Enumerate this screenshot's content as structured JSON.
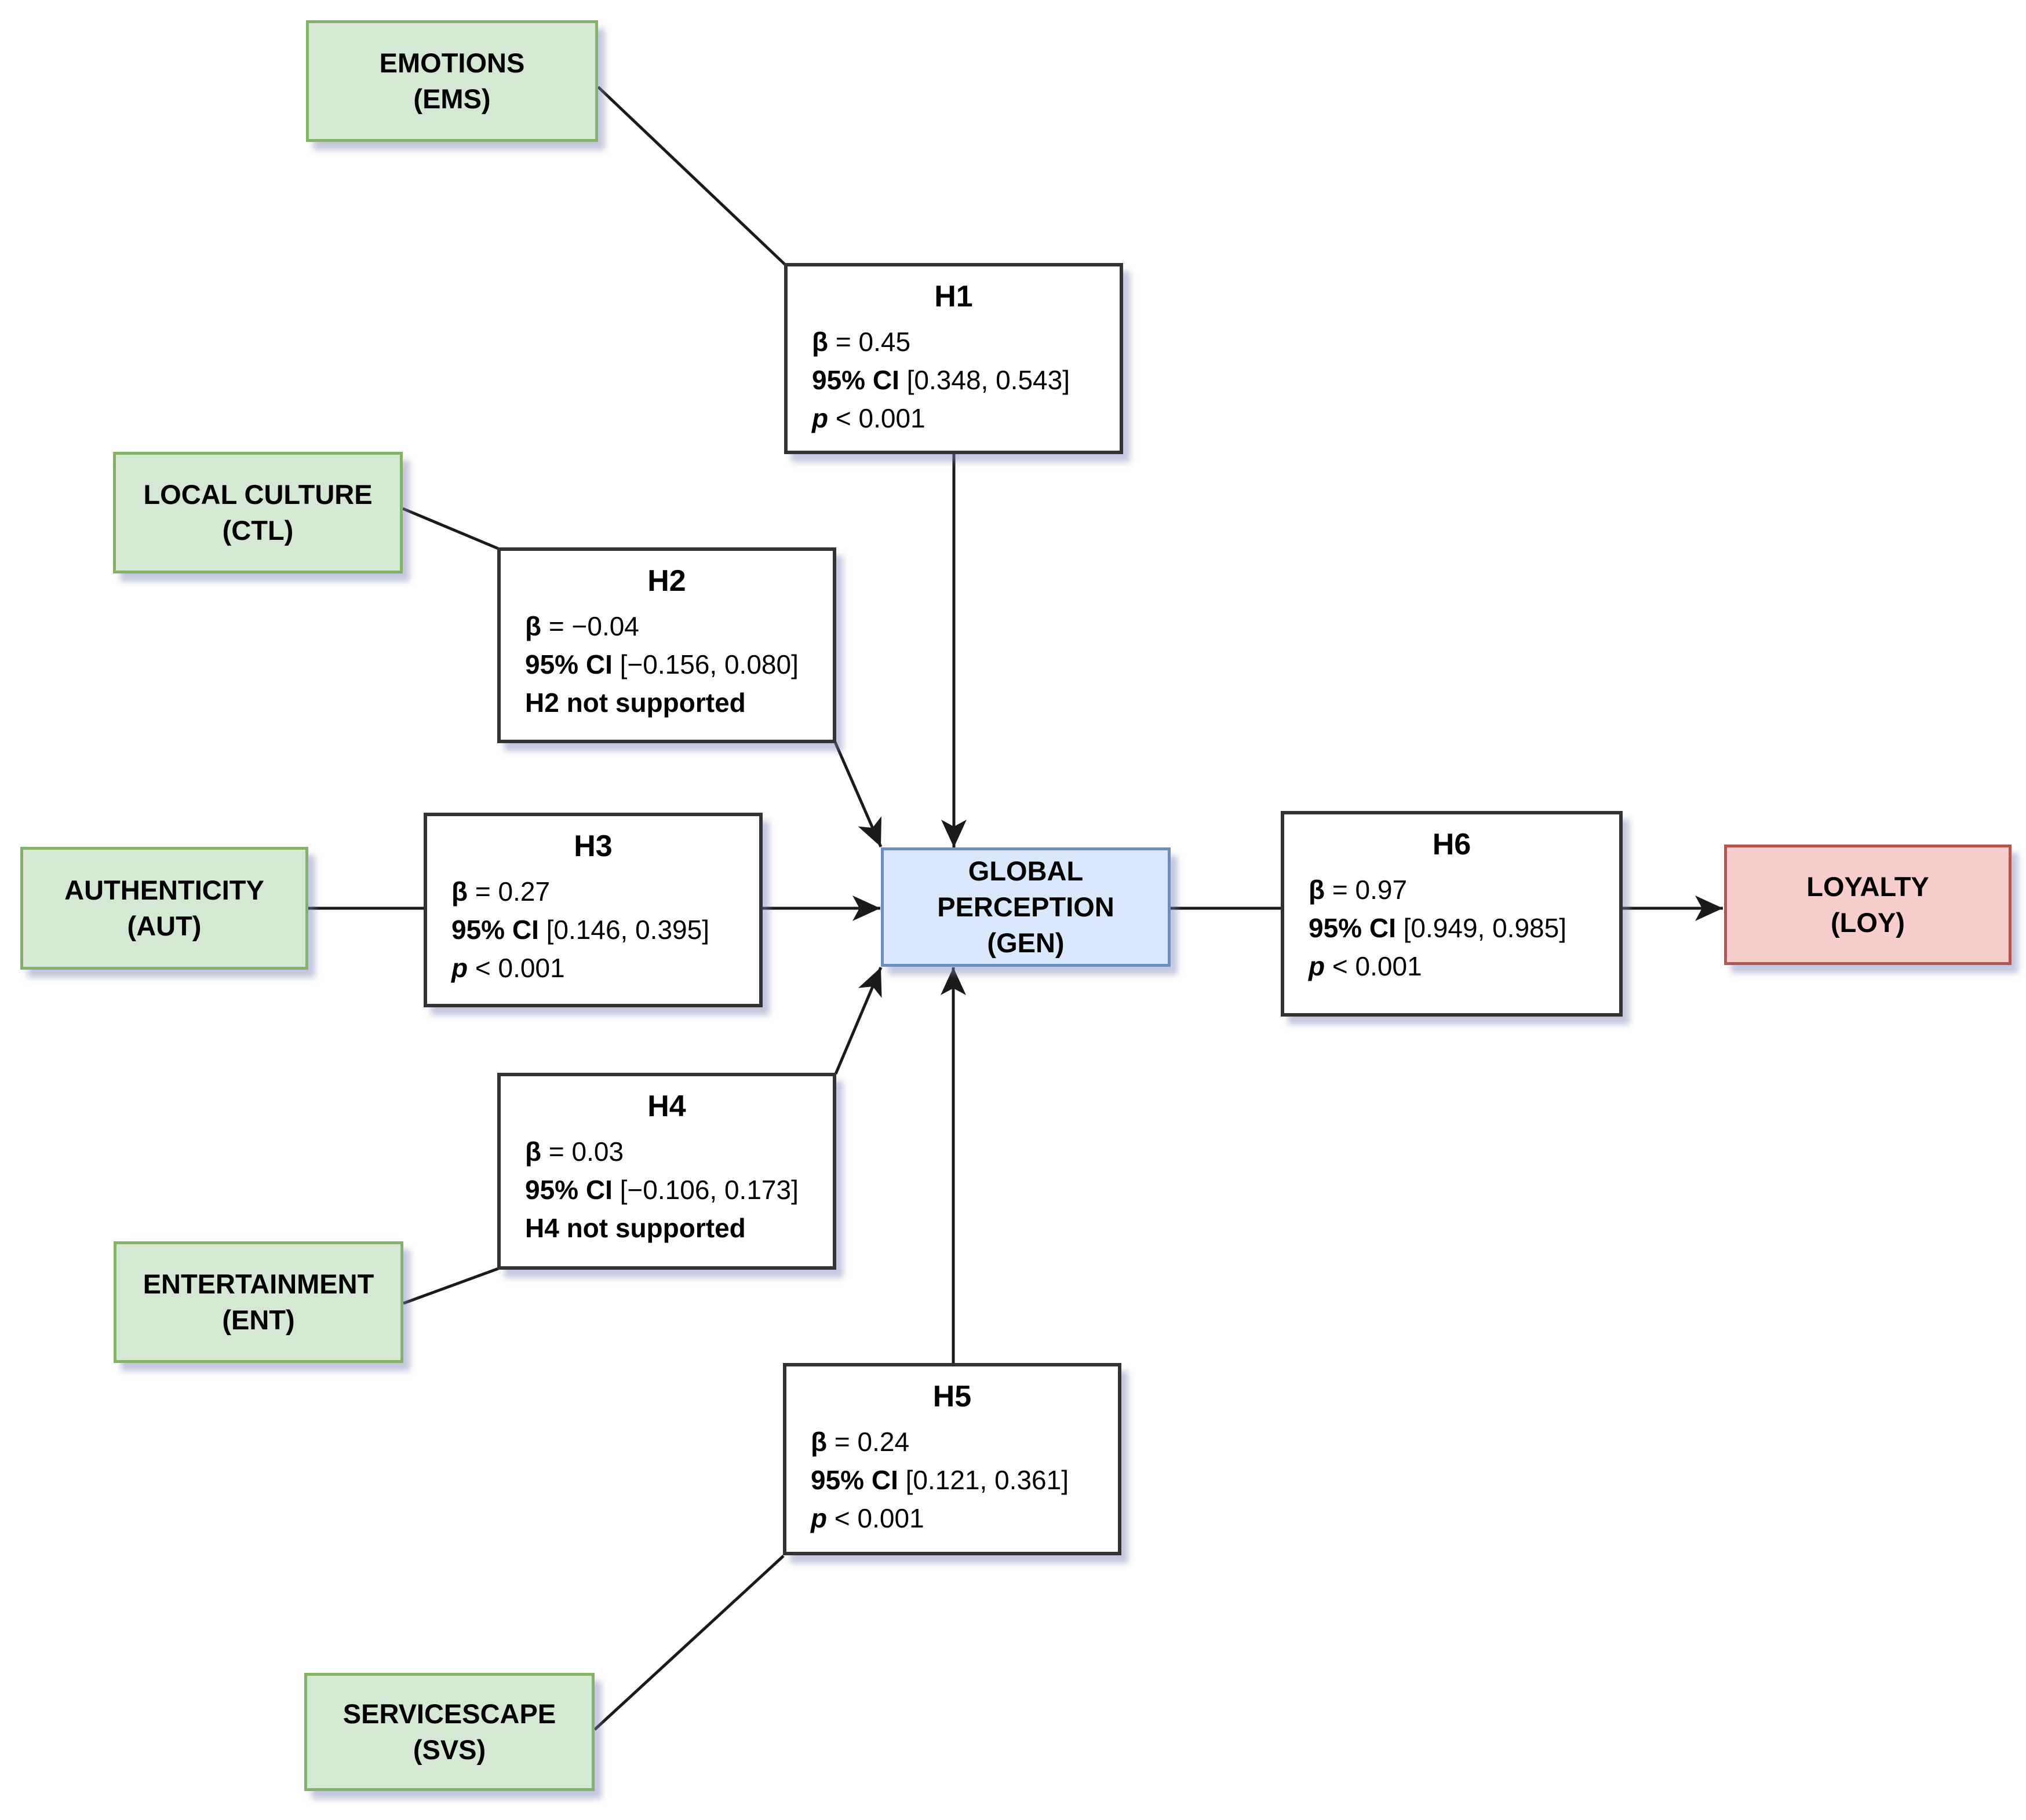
{
  "colors": {
    "construct_fill": "#d5e8d4",
    "construct_border": "#82b366",
    "mediator_fill": "#dae8fc",
    "mediator_border": "#6c8ebf",
    "outcome_fill": "#f8cecc",
    "outcome_border": "#b85450",
    "hypothesis_fill": "#ffffff",
    "hypothesis_border": "#333333",
    "connector": "#1a1a1a",
    "background": "#ffffff"
  },
  "nodes": {
    "ems": {
      "label": "EMOTIONS",
      "code": "(EMS)"
    },
    "ctl": {
      "label": "LOCAL CULTURE",
      "code": "(CTL)"
    },
    "aut": {
      "label": "AUTHENTICITY",
      "code": "(AUT)"
    },
    "ent": {
      "label": "ENTERTAINMENT",
      "code": "(ENT)"
    },
    "svs": {
      "label": "SERVICESCAPE",
      "code": "(SVS)"
    },
    "gen": {
      "label": "GLOBAL PERCEPTION",
      "code": "(GEN)"
    },
    "loy": {
      "label": "LOYALTY",
      "code": "(LOY)"
    }
  },
  "hypotheses": {
    "h1": {
      "title": "H1",
      "beta_label": "β",
      "beta_rest": " = 0.45",
      "ci_label": "95% CI",
      "ci_rest": " [0.348, 0.543]",
      "p_label": "p",
      "p_rest": " < 0.001"
    },
    "h2": {
      "title": "H2",
      "beta_label": "β",
      "beta_rest": " = −0.04",
      "ci_label": "95% CI",
      "ci_rest": " [−0.156, 0.080]",
      "note": "H2 not supported"
    },
    "h3": {
      "title": "H3",
      "beta_label": "β",
      "beta_rest": " = 0.27",
      "ci_label": "95% CI",
      "ci_rest": " [0.146, 0.395]",
      "p_label": "p",
      "p_rest": " < 0.001"
    },
    "h4": {
      "title": "H4",
      "beta_label": "β",
      "beta_rest": " = 0.03",
      "ci_label": "95% CI",
      "ci_rest": " [−0.106, 0.173]",
      "note": "H4 not supported"
    },
    "h5": {
      "title": "H5",
      "beta_label": "β",
      "beta_rest": " = 0.24",
      "ci_label": "95% CI",
      "ci_rest": " [0.121, 0.361]",
      "p_label": "p",
      "p_rest": " < 0.001"
    },
    "h6": {
      "title": "H6",
      "beta_label": "β",
      "beta_rest": " = 0.97",
      "ci_label": "95% CI",
      "ci_rest": " [0.949, 0.985]",
      "p_label": "p",
      "p_rest": " < 0.001"
    }
  },
  "edges": [
    {
      "from": "EMOTIONS (EMS)",
      "through": "H1",
      "to": "GLOBAL PERCEPTION (GEN)"
    },
    {
      "from": "LOCAL CULTURE (CTL)",
      "through": "H2",
      "to": "GLOBAL PERCEPTION (GEN)"
    },
    {
      "from": "AUTHENTICITY (AUT)",
      "through": "H3",
      "to": "GLOBAL PERCEPTION (GEN)"
    },
    {
      "from": "ENTERTAINMENT (ENT)",
      "through": "H4",
      "to": "GLOBAL PERCEPTION (GEN)"
    },
    {
      "from": "SERVICESCAPE (SVS)",
      "through": "H5",
      "to": "GLOBAL PERCEPTION (GEN)"
    },
    {
      "from": "GLOBAL PERCEPTION (GEN)",
      "through": "H6",
      "to": "LOYALTY (LOY)"
    }
  ]
}
